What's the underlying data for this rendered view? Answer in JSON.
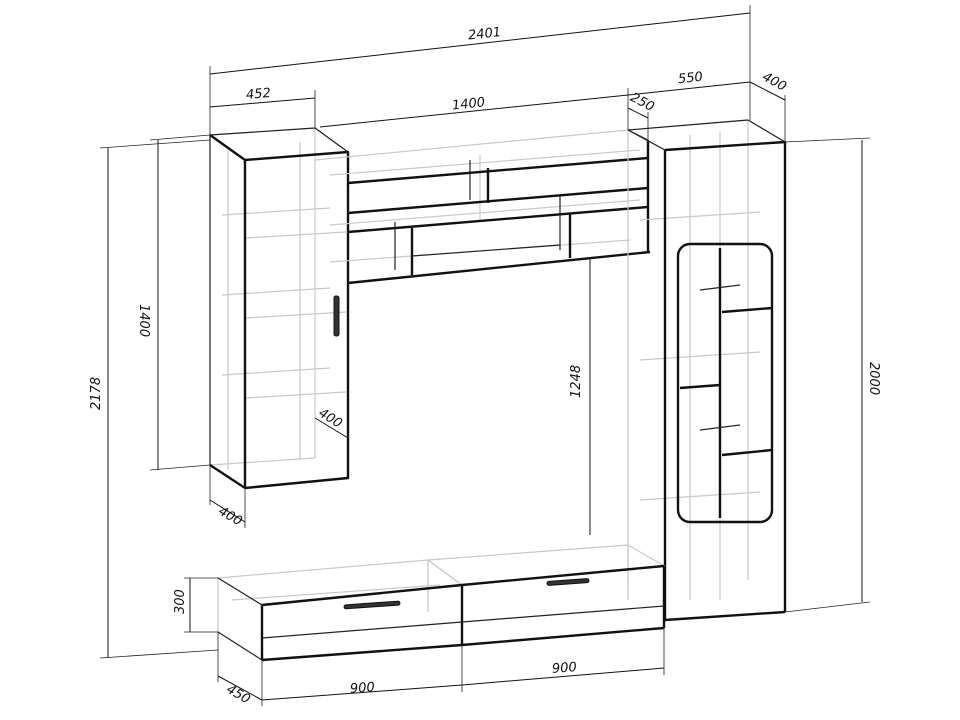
{
  "dimensions": {
    "total_width": "2401",
    "left_cabinet_width": "452",
    "shelf_width": "1400",
    "right_cabinet_width": "550",
    "right_cabinet_depth": "400",
    "shelf_depth": "250",
    "left_cabinet_height": "1400",
    "total_height": "2178",
    "left_cabinet_depth_inner": "400",
    "left_cabinet_depth_bottom": "400",
    "tv_gap_height": "1248",
    "right_cabinet_height": "2000",
    "tv_stand_height": "300",
    "tv_stand_depth": "450",
    "tv_stand_left_width": "900",
    "tv_stand_right_width": "900"
  }
}
